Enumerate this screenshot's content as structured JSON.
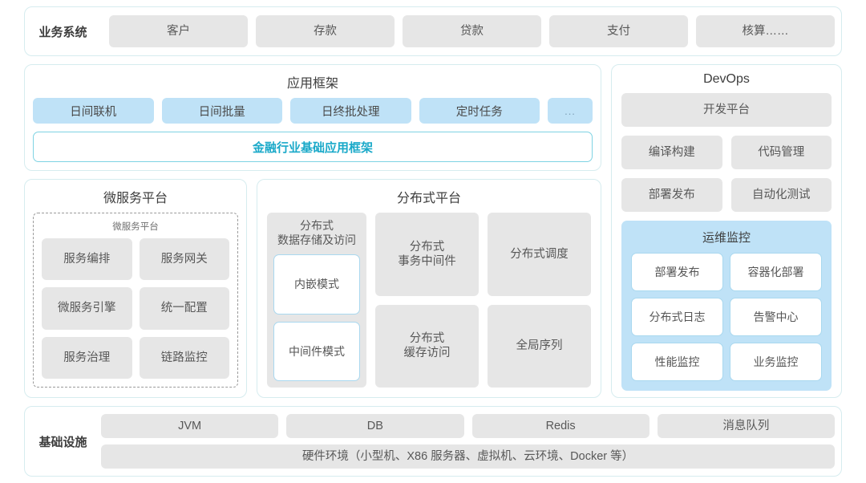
{
  "business_system": {
    "label": "业务系统",
    "items": [
      "客户",
      "存款",
      "贷款",
      "支付",
      "核算……"
    ]
  },
  "app_framework": {
    "title": "应用框架",
    "chips": [
      "日间联机",
      "日间批量",
      "日终批处理",
      "定时任务"
    ],
    "ellipsis": "...",
    "banner": "金融行业基础应用框架"
  },
  "microservice": {
    "title": "微服务平台",
    "inner_title": "微服务平台",
    "items": [
      "服务编排",
      "服务网关",
      "微服务引擎",
      "统一配置",
      "服务治理",
      "链路监控"
    ]
  },
  "distributed": {
    "title": "分布式平台",
    "storage": {
      "header": "分布式\n数据存储及访问",
      "modes": [
        "内嵌模式",
        "中间件模式"
      ]
    },
    "items": [
      "分布式\n事务中间件",
      "分布式调度",
      "分布式\n缓存访问",
      "全局序列"
    ]
  },
  "devops": {
    "title": "DevOps",
    "platform": "开发平台",
    "tools": [
      "编译构建",
      "代码管理",
      "部署发布",
      "自动化测试"
    ],
    "ops": {
      "title": "运维监控",
      "items": [
        "部署发布",
        "容器化部署",
        "分布式日志",
        "告警中心",
        "性能监控",
        "业务监控"
      ]
    }
  },
  "infrastructure": {
    "label": "基础设施",
    "items": [
      "JVM",
      "DB",
      "Redis",
      "消息队列"
    ],
    "hardware": "硬件环境（小型机、X86 服务器、虚拟机、云环境、Docker 等）"
  },
  "colors": {
    "panel_border": "#d6ecef",
    "chip_gray": "#e6e6e6",
    "chip_blue": "#bfe2f7",
    "accent_cyan": "#1aa9c9"
  }
}
